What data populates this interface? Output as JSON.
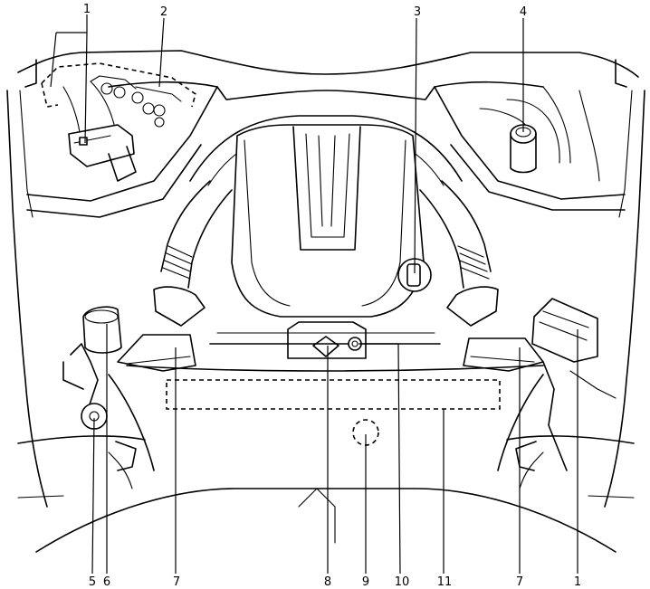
{
  "callouts": {
    "c1_top": "1",
    "c2": "2",
    "c3": "3",
    "c4": "4",
    "c5": "5",
    "c6": "6",
    "c7_left": "7",
    "c8": "8",
    "c9": "9",
    "c10": "10",
    "c11": "11",
    "c7_right": "7",
    "c1_bottom": "1"
  }
}
